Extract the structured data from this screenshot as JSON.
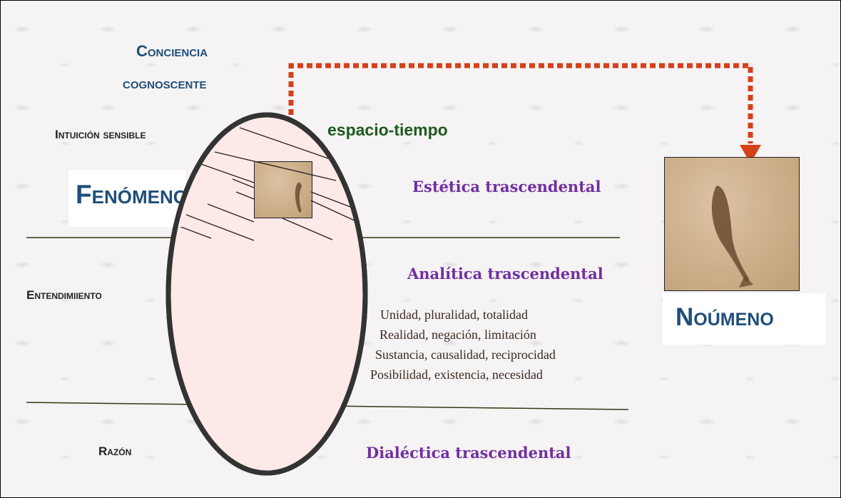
{
  "title_line1": "Conciencia",
  "title_line2": "cognoscente",
  "intuicion_label": "Intuición sensible",
  "fenomeno_label": "Fenómeno",
  "espacio_tiempo": "espacio-tiempo",
  "estetica": "Estética trascendental",
  "analitica": "Analítica trascendental",
  "entendimiento_label": "Entendimiiento",
  "categories": [
    "Unidad, pluralidad, totalidad",
    "Realidad, negación, limitación",
    "Sustancia, causalidad, reciprocidad",
    "Posibilidad, existencia, necesidad"
  ],
  "razon_label": "Razón",
  "dialectica": "Dialéctica trascendental",
  "noumeno_label": "Noúmeno",
  "colors": {
    "heading": "#1f4e79",
    "transcendental": "#7030a0",
    "espacio_tiempo": "#1e5b1e",
    "arrow": "#d4411a",
    "ellipse_fill": "#fde9e7"
  }
}
